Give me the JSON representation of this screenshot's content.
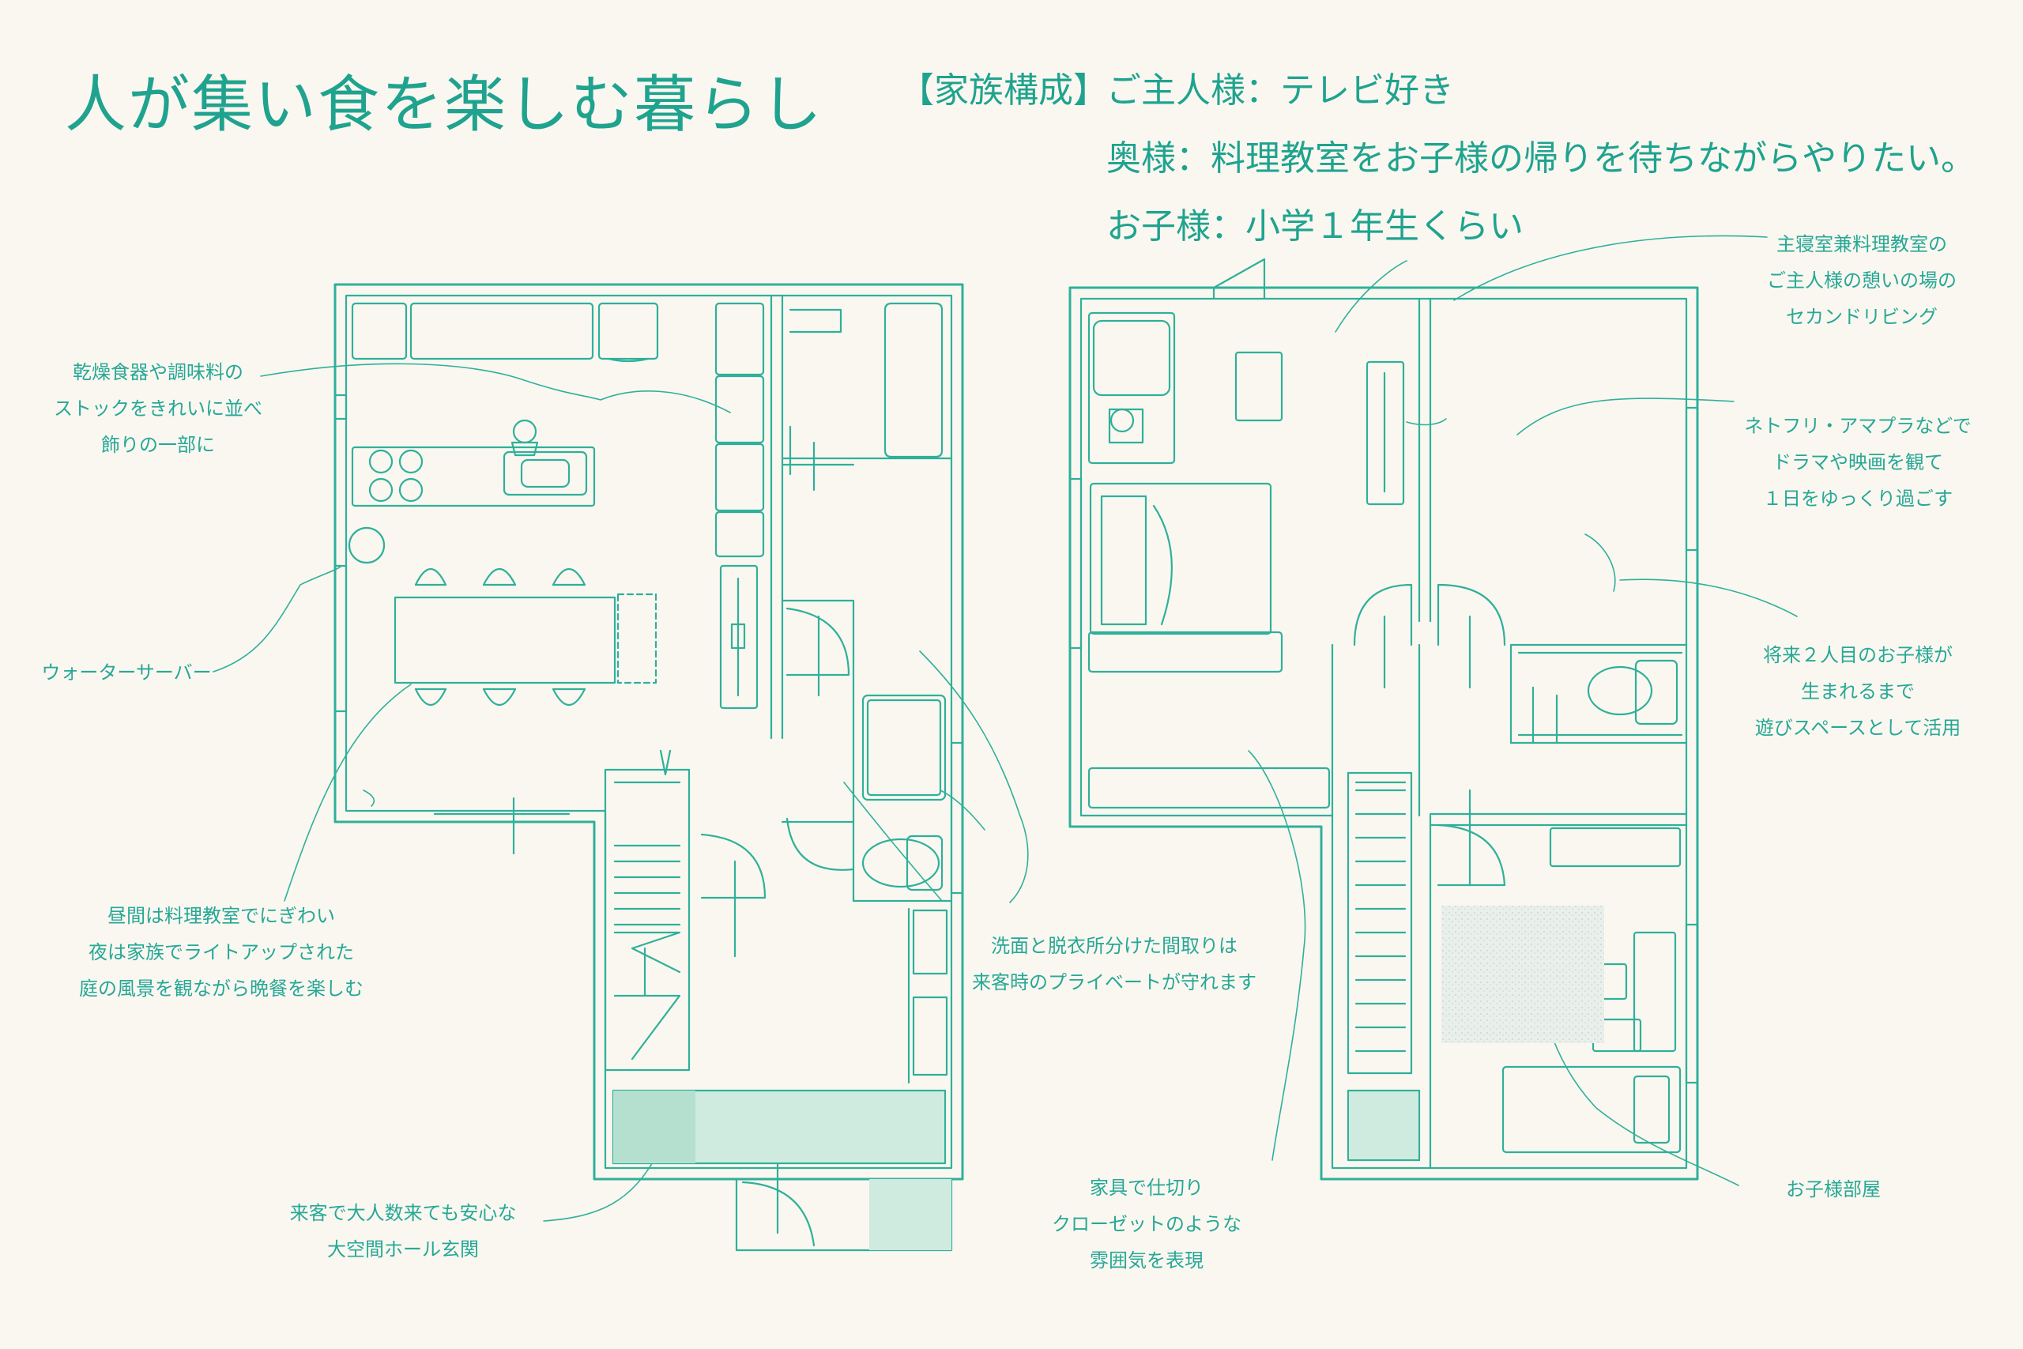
{
  "title": "人が集い食を楽しむ暮らし",
  "family": {
    "label": "【家族構成】",
    "members": [
      "ご主人様：テレビ好き",
      "奥様：料理教室をお子様の帰りを待ちながらやりたい。",
      "お子様：小学１年生くらい"
    ]
  },
  "annotations": {
    "pantry": [
      "乾燥食器や調味料の",
      "ストックをきれいに並べ",
      "飾りの一部に"
    ],
    "water_server": [
      "ウォーターサーバー"
    ],
    "daytime": [
      "昼間は料理教室でにぎわい",
      "夜は家族でライトアップされた",
      "庭の風景を観ながら晩餐を楽しむ"
    ],
    "entrance": [
      "来客で大人数来ても安心な",
      "大空間ホール玄関"
    ],
    "washroom": [
      "洗面と脱衣所分けた間取りは",
      "来客時のプライベートが守れます"
    ],
    "furniture": [
      "家具で仕切り",
      "クローゼットのような",
      "雰囲気を表現"
    ],
    "master": [
      "主寝室兼料理教室の",
      "ご主人様の憩いの場の",
      "セカンドリビング"
    ],
    "netflix": [
      "ネトフリ・アマプラなどで",
      "ドラマや映画を観て",
      "１日をゆっくり過ごす"
    ],
    "future": [
      "将来２人目のお子様が",
      "生まれるまで",
      "遊びスペースとして活用"
    ],
    "kids_room": [
      "お子様部屋"
    ]
  },
  "colors": {
    "line": "#2fb09a",
    "text": "#1fa38f",
    "background": "#faf7f0",
    "tile": "#cfeadf",
    "tile_dark": "#b5e0d0",
    "rug": "#e6ede9"
  }
}
